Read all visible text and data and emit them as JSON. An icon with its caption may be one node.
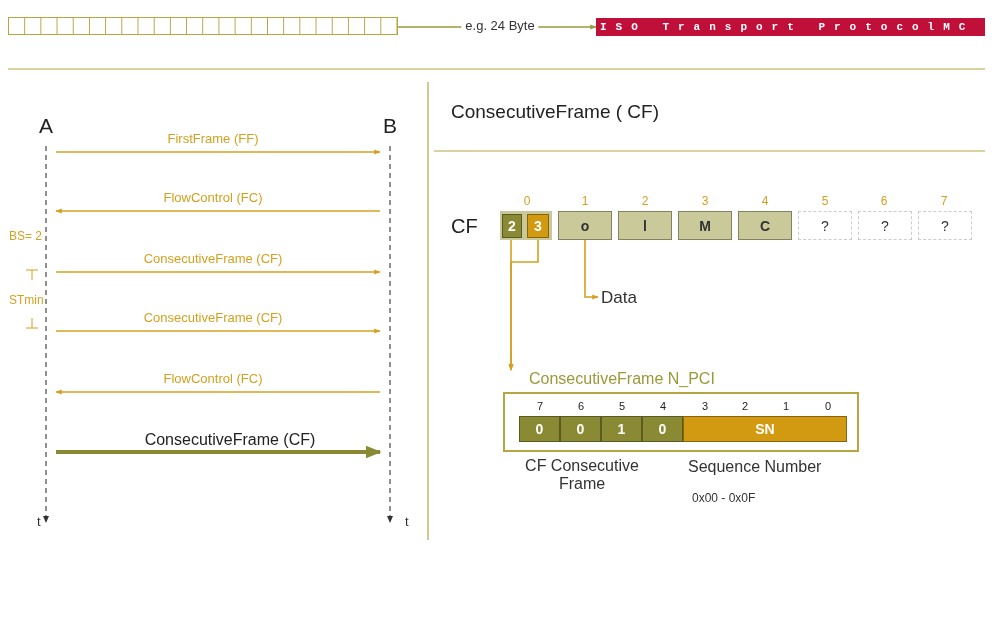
{
  "diagram": {
    "nodes": [
      {
        "text": [],
        "shape": "box"
      },
      {
        "text": [
          "ISO Transport ProtocolMC"
        ]
      },
      {
        "text": [
          "A"
        ]
      },
      {
        "text": [
          "B"
        ]
      },
      {
        "text": [],
        "shape": "box"
      },
      {
        "text": [
          "2"
        ],
        "in": 4
      },
      {
        "text": [
          "3"
        ],
        "in": 4
      },
      {
        "text": [
          "o"
        ]
      },
      {
        "text": [
          "l"
        ]
      },
      {
        "text": [
          "M"
        ]
      },
      {
        "text": [
          "C"
        ]
      },
      {
        "text": [
          "?"
        ]
      },
      {
        "text": [
          "?"
        ]
      },
      {
        "text": [
          "?"
        ]
      },
      {
        "text": [
          "Data"
        ]
      },
      {
        "text": [
          "ConsecutiveFrame N_PCI"
        ]
      },
      {
        "text": [
          "0"
        ],
        "in": 15
      },
      {
        "text": [
          "0"
        ],
        "in": 15
      },
      {
        "text": [
          "1"
        ],
        "in": 15
      },
      {
        "text": [
          "0"
        ],
        "in": 15
      },
      {
        "text": [
          "SN"
        ],
        "in": 15
      }
    ],
    "edges": [
      {
        "from": 0,
        "to": 1,
        "arrow": "to",
        "label": "e.g. 24 Byte",
        "color": "#9a9a3a"
      },
      {
        "from": 2,
        "to": 3,
        "arrow": "to",
        "label": "FirstFrame (FF)"
      },
      {
        "from": 3,
        "to": 2,
        "arrow": "to",
        "label": "FlowControl (FC)"
      },
      {
        "from": 2,
        "to": 3,
        "arrow": "to",
        "label": "ConsecutiveFrame (CF)"
      },
      {
        "from": 2,
        "to": 3,
        "arrow": "to",
        "label": "ConsecutiveFrame (CF)"
      },
      {
        "from": 3,
        "to": 2,
        "arrow": "to",
        "label": "FlowControl (FC)"
      },
      {
        "from": 2,
        "to": 3,
        "arrow": "to",
        "label": "ConsecutiveFrame (CF)",
        "style": "thick",
        "color": "#8a8a35"
      },
      {
        "from": 5,
        "to": 15,
        "arrow": "to"
      },
      {
        "from": 6,
        "to": 15,
        "arrow": "to"
      },
      {
        "from": 7,
        "to": 14,
        "arrow": "to"
      }
    ],
    "labels": [
      "ConsecutiveFrame ( CF)",
      "0",
      "1",
      "2",
      "3",
      "4",
      "5",
      "6",
      "7",
      "CF",
      "BS= 2",
      "STmin",
      "7",
      "6",
      "5",
      "4",
      "3",
      "2",
      "1",
      "0",
      "CF Consecutive Frame",
      "Sequence Number",
      "0x00 - 0x0F",
      "t",
      "t"
    ]
  }
}
